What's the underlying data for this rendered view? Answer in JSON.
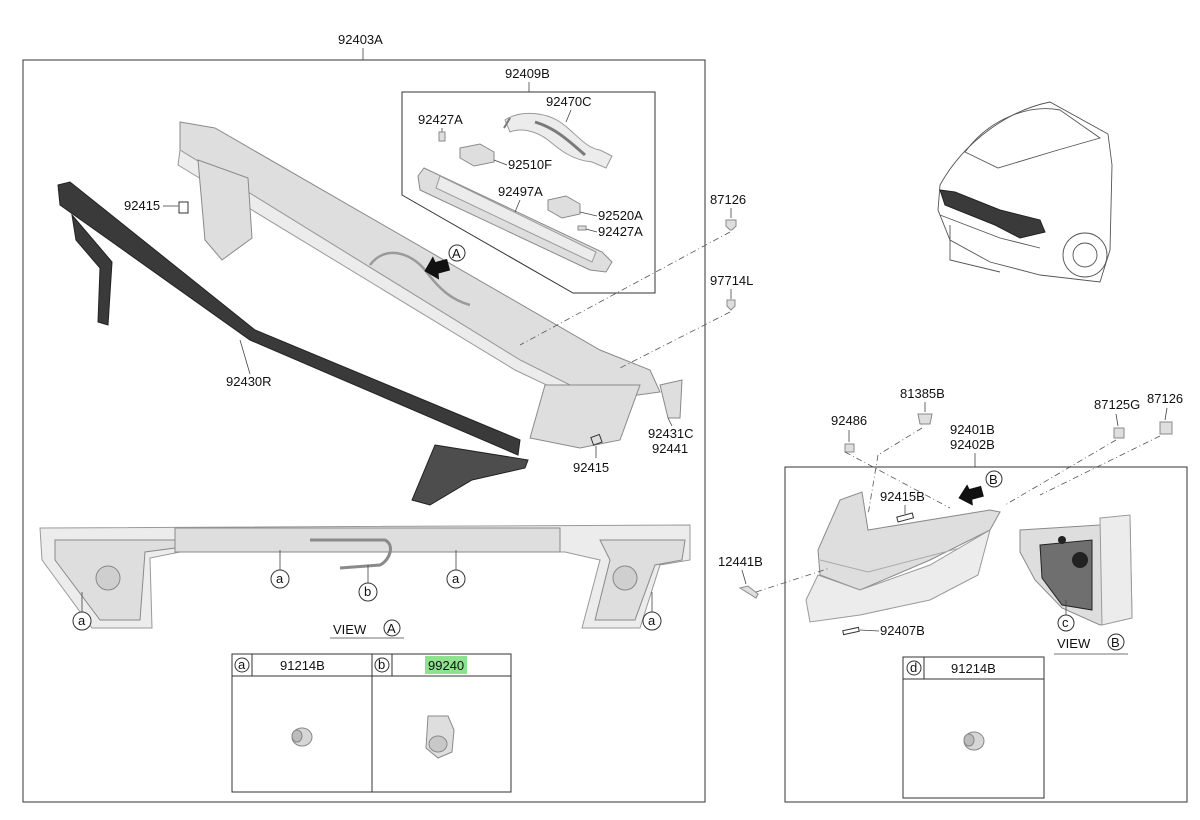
{
  "highlight_color": "#8ee28e",
  "labels": {
    "assy_main": "92403A",
    "sub_assy_a": "92409B",
    "wiring": "92470C",
    "p92427a_top": "92427A",
    "p92510f": "92510F",
    "p92497a": "92497A",
    "p92520a": "92520A",
    "p92427a_bottom": "92427A",
    "p92415_left": "92415",
    "p92415_center": "92415",
    "p92430r": "92430R",
    "p87126_top": "87126",
    "p97714l": "97714L",
    "p92431c": "92431C",
    "p92441": "92441",
    "p81385b": "81385B",
    "p92486": "92486",
    "p87125g": "87125G",
    "p87126_right": "87126",
    "p92401b": "92401B",
    "p92402b": "92402B",
    "p92415b": "92415B",
    "p12441b": "12441B",
    "p92407b": "92407B"
  },
  "callouts": {
    "a": "a",
    "b": "b",
    "c": "c",
    "d": "d",
    "view_a_letter": "A",
    "view_b_letter": "B"
  },
  "views": {
    "view_a": "VIEW",
    "view_b": "VIEW"
  },
  "inset_tables": {
    "left": [
      {
        "key": "a",
        "part": "91214B",
        "highlighted": false
      },
      {
        "key": "b",
        "part": "99240",
        "highlighted": true
      }
    ],
    "right": [
      {
        "key": "d",
        "part": "91214B",
        "highlighted": false
      }
    ]
  }
}
